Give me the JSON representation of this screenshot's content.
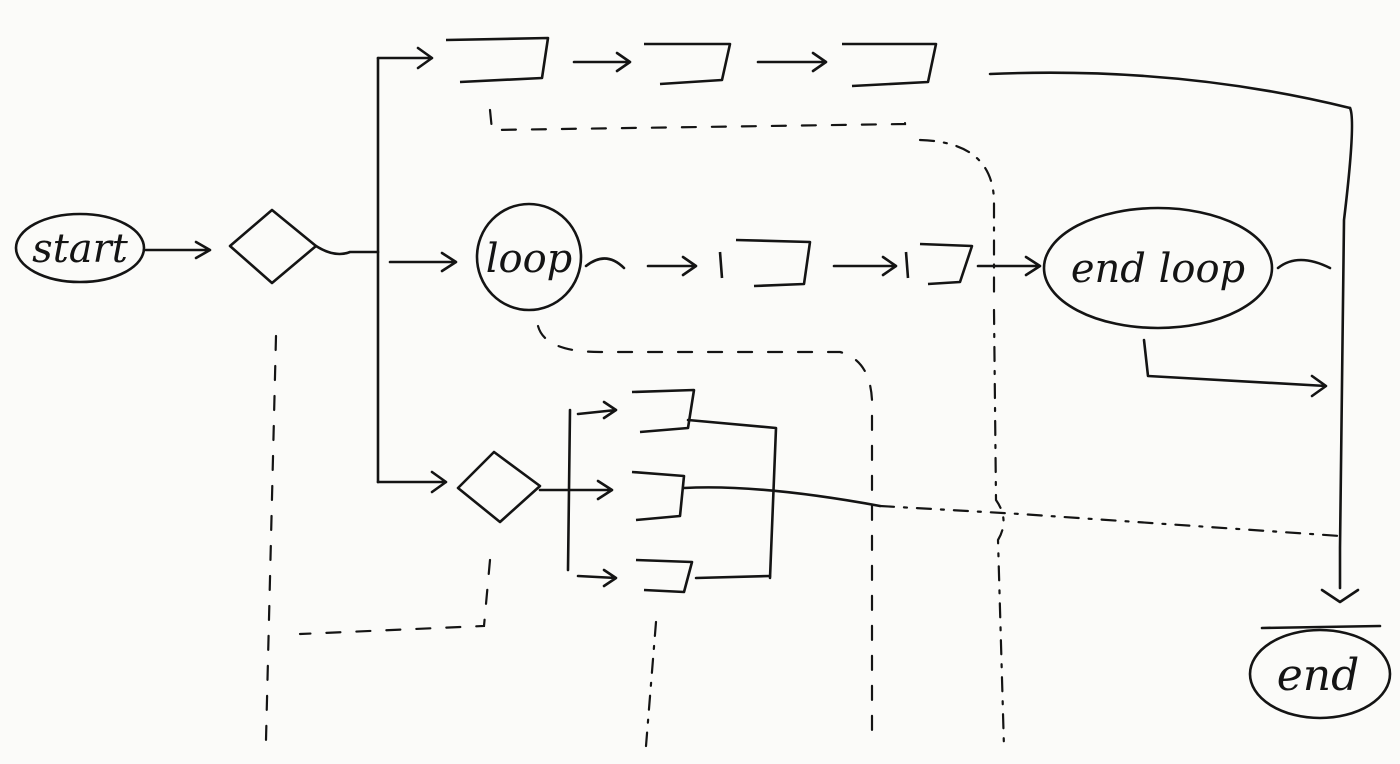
{
  "diagram": {
    "background": "#fbfbf9",
    "ink": "#141414",
    "nodes": {
      "start": "start",
      "loop": "loop",
      "end_loop": "end loop",
      "end": "end"
    }
  }
}
